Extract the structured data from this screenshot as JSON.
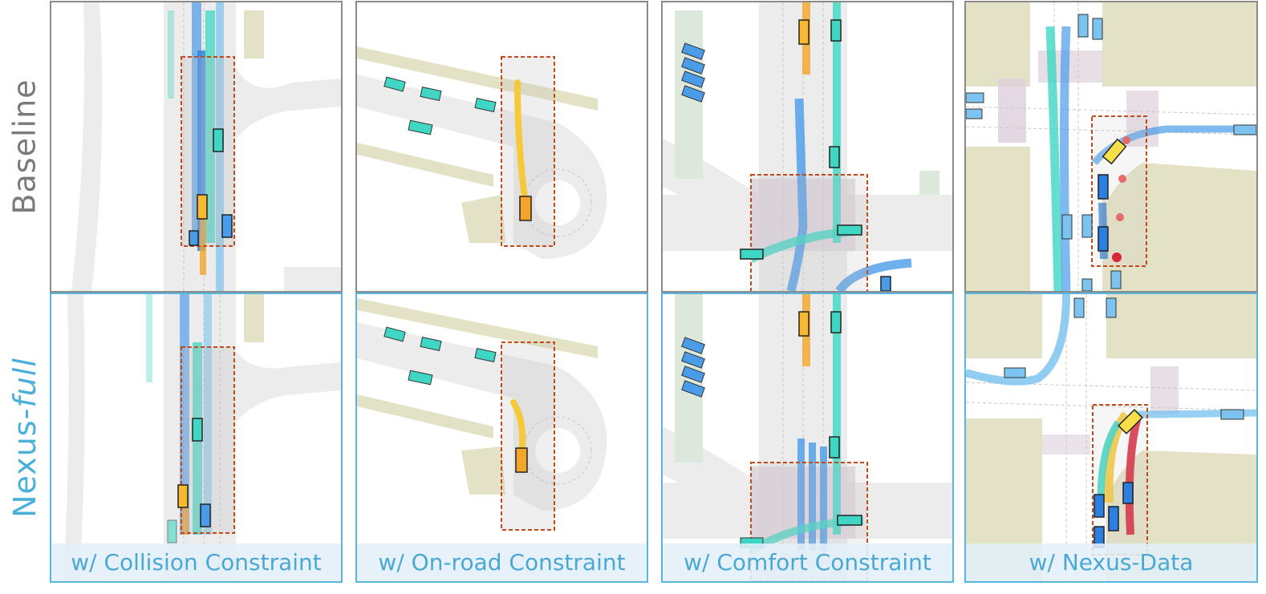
{
  "rows": [
    {
      "label": "Baseline",
      "color": "#7a7a7a"
    },
    {
      "label_main": "Nexus-",
      "label_italic": "full",
      "color": "#4ab0da"
    }
  ],
  "columns": [
    {
      "caption": "w/ Collision Constraint"
    },
    {
      "caption": "w/ On-road Constraint"
    },
    {
      "caption": "w/ Comfort Constraint"
    },
    {
      "caption": "w/ Nexus-Data"
    }
  ],
  "colors": {
    "road": "#ececec",
    "lane": "#d6d6d6",
    "sidewalk": "#e4e2c6",
    "crosswalk": "#ddd0dc",
    "highlight_box": "#c44a1a",
    "trajectory_blue": "#4a9be8",
    "trajectory_cyan": "#3fd7c4",
    "trajectory_orange": "#f4a52a",
    "trajectory_red": "#d8253a",
    "ego_fill": "#f6b930",
    "baseline_border": "#8a8a8a",
    "nexus_border": "#59b6de"
  }
}
